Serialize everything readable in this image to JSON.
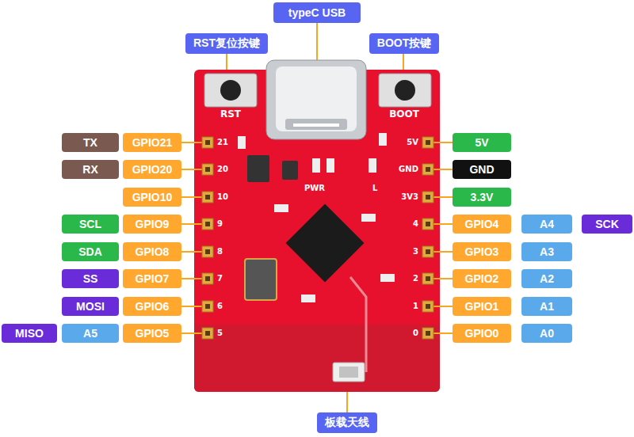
{
  "diagram": {
    "nodes": [
      {
        "text": [
          "typeC USB"
        ]
      },
      {
        "text": [
          "RST复位按键"
        ]
      },
      {
        "text": [
          "BOOT按键"
        ]
      },
      {
        "text": [
          "TX"
        ]
      },
      {
        "text": [
          "GPIO21"
        ]
      },
      {
        "text": [
          "5V"
        ]
      },
      {
        "text": [
          "RX"
        ]
      },
      {
        "text": [
          "GPIO20"
        ]
      },
      {
        "text": [
          "GND"
        ]
      },
      {
        "text": [
          "GPIO10"
        ]
      },
      {
        "text": [
          "3.3V"
        ]
      },
      {
        "text": [
          "SCL"
        ]
      },
      {
        "text": [
          "GPIO9"
        ]
      },
      {
        "text": [
          "GPIO4"
        ]
      },
      {
        "text": [
          "A4"
        ]
      },
      {
        "text": [
          "SCK"
        ]
      },
      {
        "text": [
          "SDA"
        ]
      },
      {
        "text": [
          "GPIO8"
        ]
      },
      {
        "text": [
          "GPIO3"
        ]
      },
      {
        "text": [
          "A3"
        ]
      },
      {
        "text": [
          "SS"
        ]
      },
      {
        "text": [
          "GPIO7"
        ]
      },
      {
        "text": [
          "GPIO2"
        ]
      },
      {
        "text": [
          "A2"
        ]
      },
      {
        "text": [
          "MOSI"
        ]
      },
      {
        "text": [
          "GPIO6"
        ]
      },
      {
        "text": [
          "GPIO1"
        ]
      },
      {
        "text": [
          "A1"
        ]
      },
      {
        "text": [
          "MISO"
        ]
      },
      {
        "text": [
          "A5"
        ]
      },
      {
        "text": [
          "GPIO5"
        ]
      },
      {
        "text": [
          "GPIO0"
        ]
      },
      {
        "text": [
          "A0"
        ]
      },
      {
        "text": [
          "板载天线"
        ]
      }
    ],
    "labels": [
      "RST",
      "BOOT",
      "21",
      "20",
      "10",
      "9",
      "8",
      "7",
      "6",
      "5",
      "5V",
      "GND",
      "3V3",
      "4",
      "3",
      "2",
      "1",
      "0",
      "PWR",
      "L"
    ]
  }
}
